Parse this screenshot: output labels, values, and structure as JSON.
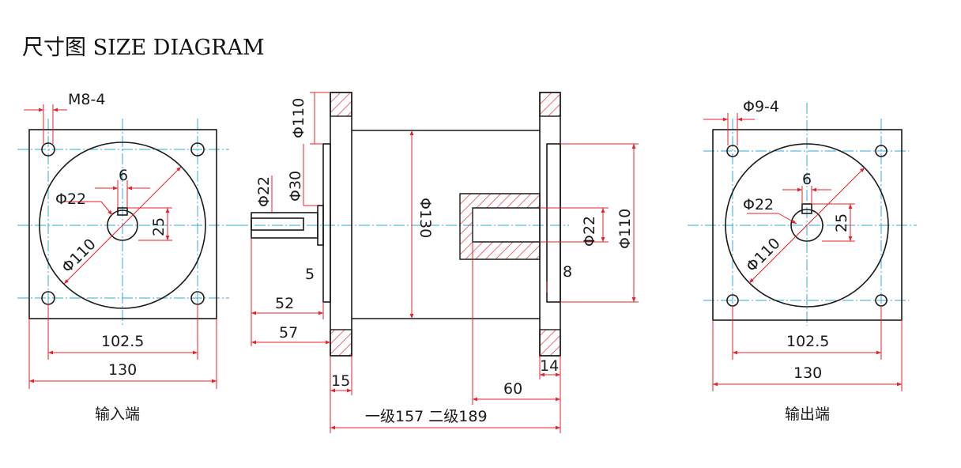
{
  "title": "尺寸图 SIZE DIAGRAM",
  "colors": {
    "outline": "#1a1a1a",
    "dimension": "#e8202a",
    "centerline": "#35a8d8",
    "hatch": "#e8202a"
  },
  "input_end": {
    "caption": "输入端",
    "hole_label": "M8-4",
    "key_width": "6",
    "shaft_dia": "Φ22",
    "key_height": "25",
    "pilot_dia": "Φ110",
    "hole_spacing": "102.5",
    "flange_size": "130"
  },
  "side_view": {
    "flange_outer_dia": "Φ110",
    "pilot_dia": "Φ30",
    "shaft_dia": "Φ22",
    "body_dia": "Φ130",
    "output_shaft_dia": "Φ22",
    "output_pilot_dia": "Φ110",
    "pilot_depth": "5",
    "output_pilot_depth": "8",
    "shaft_len": "52",
    "shaft_total": "57",
    "flange_thickness": "15",
    "output_flange_thickness": "14",
    "output_len": "60",
    "total_len": "一级157 二级189"
  },
  "output_end": {
    "caption": "输出端",
    "hole_label": "Φ9-4",
    "key_width": "6",
    "shaft_dia": "Φ22",
    "key_height": "25",
    "pilot_dia": "Φ110",
    "hole_spacing": "102.5",
    "flange_size": "130"
  }
}
